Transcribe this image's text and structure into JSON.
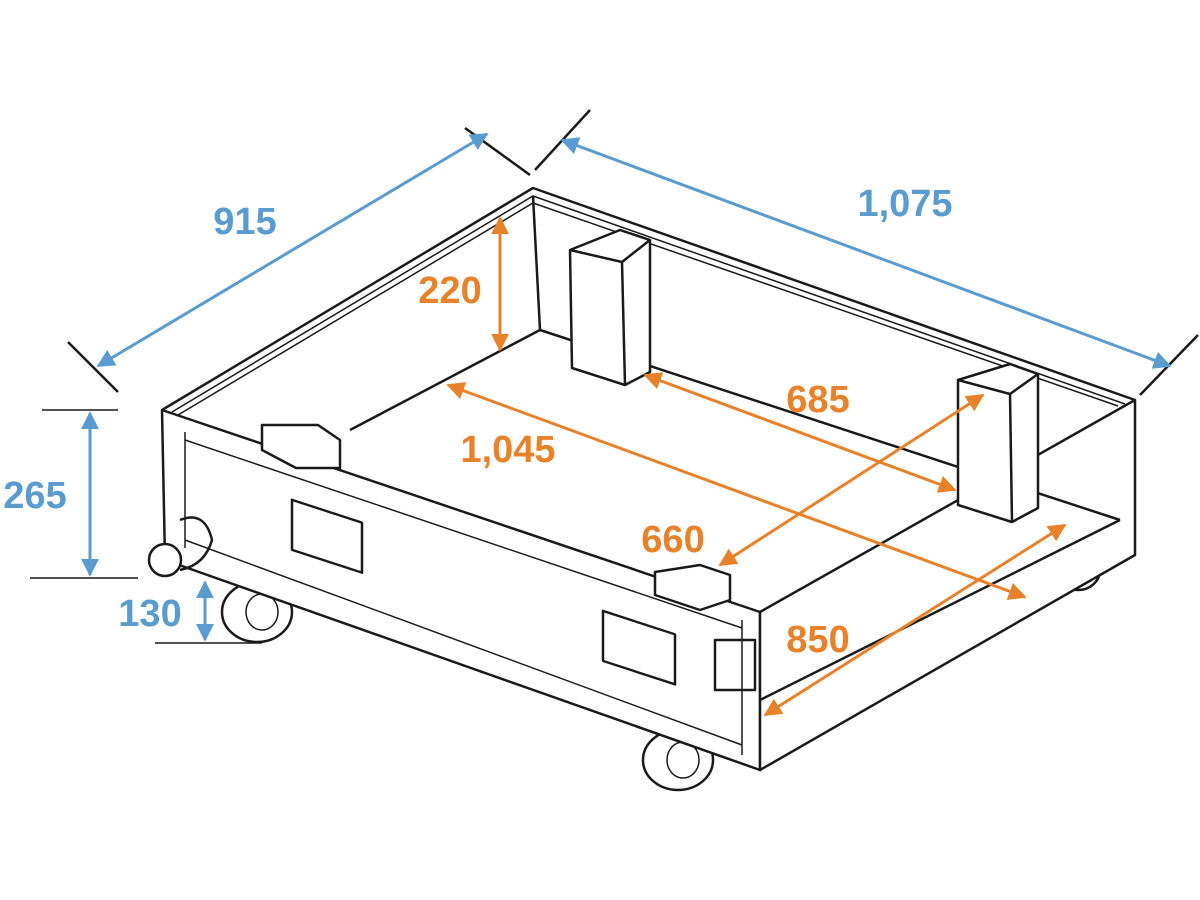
{
  "colors": {
    "outer_dims": "#5a9bd0",
    "inner_dims": "#e8822a",
    "outline": "#1a1a1a"
  },
  "outer_dimensions": {
    "depth": "915",
    "width": "1,075",
    "height": "265",
    "wheel_height": "130"
  },
  "inner_dimensions": {
    "height": "220",
    "width_between_blocks": "685",
    "length": "1,045",
    "diagonal_block": "660",
    "depth": "850"
  }
}
